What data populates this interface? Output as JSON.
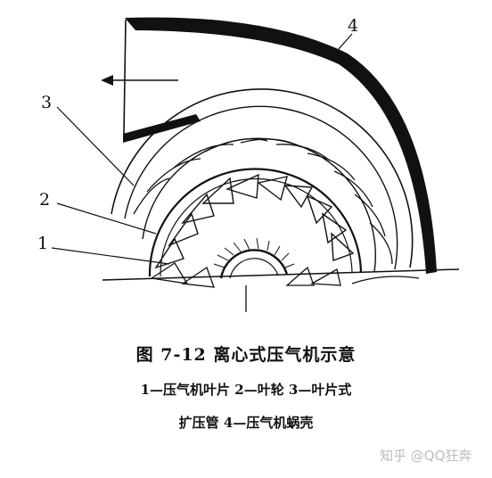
{
  "diagram": {
    "labels": {
      "label_1": "1",
      "label_2": "2",
      "label_3": "3",
      "label_4": "4"
    },
    "caption": {
      "title": "图 7-12   离心式压气机示意",
      "line1": "1—压气机叶片   2—叶轮   3—叶片式",
      "line2": "扩压管   4—压气机蜗壳"
    }
  },
  "watermark": "知乎 @QQ狂奔",
  "colors": {
    "ink": "#111111",
    "paper": "#ffffff",
    "watermark": "#bdbdbd"
  }
}
